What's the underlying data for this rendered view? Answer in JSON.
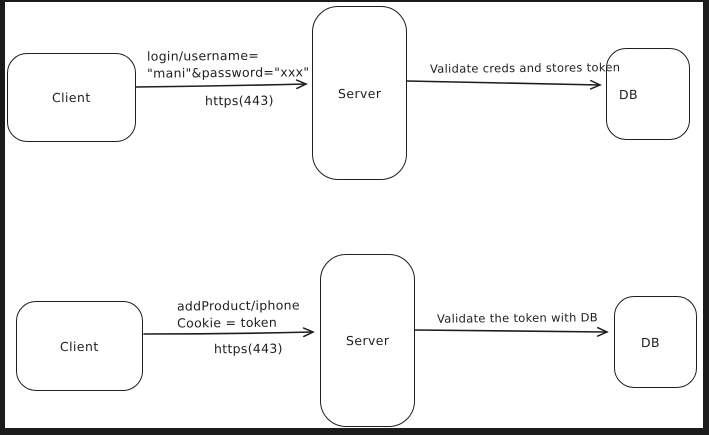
{
  "diagram": {
    "stroke_color": "#1e1e1e",
    "canvas_color": "#ffffff",
    "frame_color": "#1b1b1b",
    "rows": [
      {
        "client_label": "Client",
        "server_label": "Server",
        "db_label": "DB",
        "request_line1": "login/username=",
        "request_line2": "\"mani\"&password=\"xxx\"",
        "protocol": "https(443)",
        "server_db_label": "Validate creds and stores token"
      },
      {
        "client_label": "Client",
        "server_label": "Server",
        "db_label": "DB",
        "request_line1": "addProduct/iphone",
        "request_line2": "Cookie = token",
        "protocol": "https(443)",
        "server_db_label": "Validate the token with DB"
      }
    ]
  }
}
